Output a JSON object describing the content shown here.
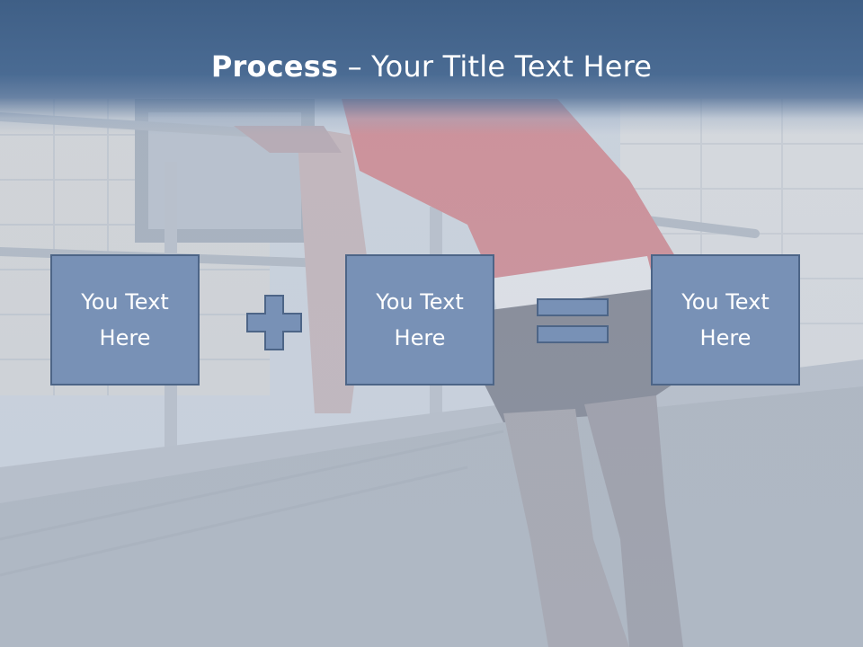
{
  "slide": {
    "title_bold": "Process",
    "title_rest": " – Your Title Text Here",
    "steps": [
      {
        "text": "You Text\nHere"
      },
      {
        "text": "You Text\nHere"
      },
      {
        "text": "You Text\nHere"
      }
    ],
    "operators": [
      "plus-icon",
      "equals-icon"
    ],
    "colors": {
      "title_bar": "#4a6b93",
      "box_fill": "#7891b6",
      "box_border": "#4d6587",
      "text": "#ffffff"
    }
  }
}
